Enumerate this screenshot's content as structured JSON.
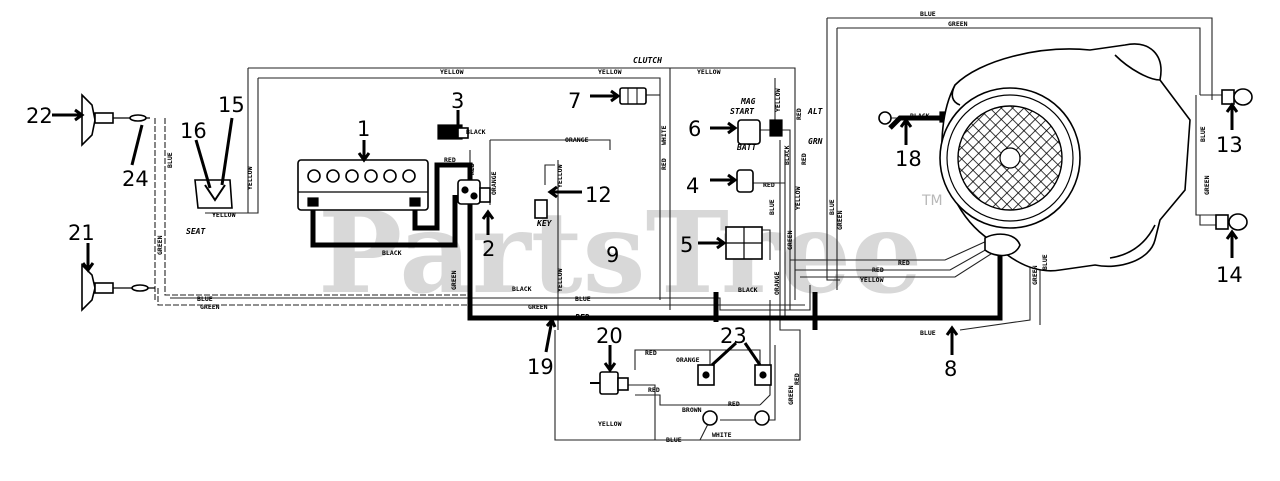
{
  "watermark": {
    "text": "PartsTree",
    "trademark": "TM"
  },
  "part_numbers": [
    "1",
    "2",
    "3",
    "4",
    "5",
    "6",
    "7",
    "8",
    "9",
    "12",
    "13",
    "14",
    "15",
    "16",
    "18",
    "19",
    "20",
    "21",
    "22",
    "23",
    "24"
  ],
  "wire_labels": {
    "yellow": "YELLOW",
    "red": "RED",
    "black": "BLACK",
    "blue": "BLUE",
    "green": "GREEN",
    "orange": "ORANGE",
    "white": "WHITE",
    "brown": "BROWN",
    "clutch": "CLUTCH",
    "seat": "SEAT",
    "key": "KEY",
    "mag": "MAG",
    "start": "START",
    "batt": "BATT",
    "alt": "ALT",
    "grn": "GRN"
  }
}
